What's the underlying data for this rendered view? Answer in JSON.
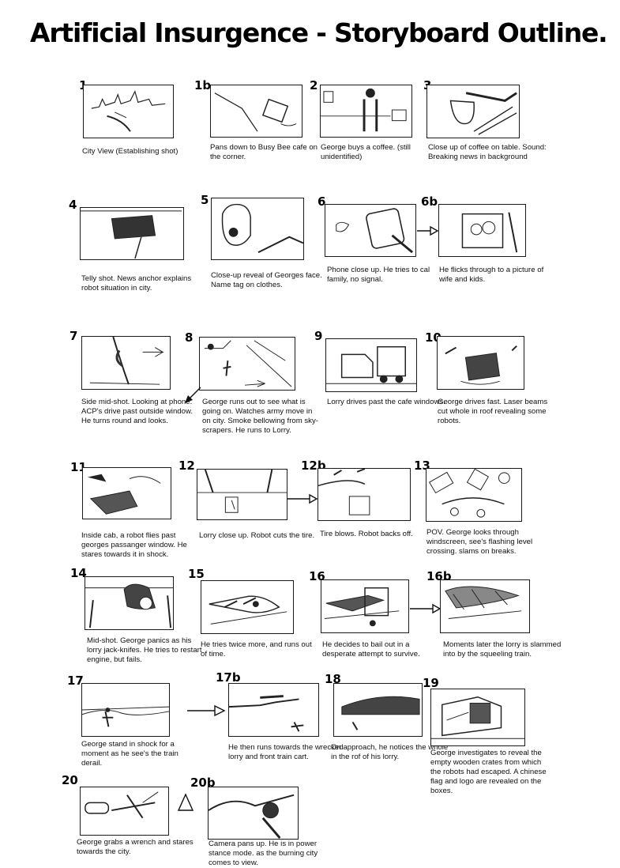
{
  "title": "Artificial Insurgence - Storyboard Outline.",
  "panels": [
    {
      "id": "p1",
      "number": "1",
      "caption": "City View (Establishing shot)",
      "n": [
        100,
        99
      ],
      "f": [
        105,
        107,
        115,
        68
      ],
      "c": [
        104,
        186
      ]
    },
    {
      "id": "p1b",
      "number": "1b",
      "caption": "Pans down to Busy Bee cafe on the corner.",
      "n": [
        246,
        99
      ],
      "f": [
        266,
        107,
        117,
        67
      ],
      "c": [
        266,
        181
      ]
    },
    {
      "id": "p2",
      "number": "2",
      "caption": "George buys a coffee. (still unidentified)",
      "n": [
        392,
        99
      ],
      "f": [
        405,
        107,
        117,
        67
      ],
      "c": [
        406,
        181
      ]
    },
    {
      "id": "p3",
      "number": "3",
      "caption": "Close up of coffee on table. Sound: Breaking news in background",
      "n": [
        536,
        99
      ],
      "f": [
        540,
        107,
        118,
        68
      ],
      "c": [
        542,
        181
      ]
    },
    {
      "id": "p4",
      "number": "4",
      "caption": "Telly shot. News anchor explains robot situation in city.",
      "n": [
        87,
        250
      ],
      "f": [
        101,
        262,
        132,
        67
      ],
      "c": [
        103,
        347
      ]
    },
    {
      "id": "p5",
      "number": "5",
      "caption": "Close-up reveal of Georges face. Name tag on clothes.",
      "n": [
        254,
        244
      ],
      "f": [
        267,
        250,
        118,
        79
      ],
      "c": [
        267,
        343
      ]
    },
    {
      "id": "p6",
      "number": "6",
      "caption": "Phone close up. He tries to cal family, no signal.",
      "n": [
        402,
        246
      ],
      "f": [
        411,
        258,
        116,
        67
      ],
      "c": [
        414,
        336
      ]
    },
    {
      "id": "p6b",
      "number": "6b",
      "caption": "He flicks through to a picture of wife and kids.",
      "n": [
        533,
        246
      ],
      "f": [
        555,
        258,
        111,
        67
      ],
      "c": [
        556,
        336
      ]
    },
    {
      "id": "p7",
      "number": "7",
      "caption": "Side mid-shot. Looking at phone. ACP's drive past outside window. He turns round and looks.",
      "n": [
        88,
        416
      ],
      "f": [
        103,
        425,
        113,
        68
      ],
      "c": [
        103,
        503
      ]
    },
    {
      "id": "p8",
      "number": "8",
      "caption": "George runs out to see what is going on. Watches army move in on city. Smoke bellowing from sky-scrapers. He runs to Lorry.",
      "n": [
        234,
        418
      ],
      "f": [
        252,
        426,
        122,
        68
      ],
      "c": [
        256,
        503
      ]
    },
    {
      "id": "p9",
      "number": "9",
      "caption": "Lorry drives past the cafe windows.",
      "n": [
        398,
        416
      ],
      "f": [
        412,
        428,
        116,
        68
      ],
      "c": [
        414,
        503
      ]
    },
    {
      "id": "p10",
      "number": "10",
      "caption": "George drives fast. Laser beams cut whole in roof revealing some robots.",
      "n": [
        538,
        418
      ],
      "f": [
        553,
        425,
        111,
        68
      ],
      "c": [
        554,
        503
      ]
    },
    {
      "id": "p11",
      "number": "11",
      "caption": "Inside cab, a robot flies past georges passanger window. He stares towards it in shock.",
      "n": [
        89,
        582
      ],
      "f": [
        104,
        591,
        113,
        66
      ],
      "c": [
        103,
        672
      ]
    },
    {
      "id": "p12",
      "number": "12",
      "caption": "Lorry close up. Robot cuts the tire.",
      "n": [
        226,
        580
      ],
      "f": [
        249,
        593,
        115,
        65
      ],
      "c": [
        252,
        672
      ]
    },
    {
      "id": "p12b",
      "number": "12b",
      "caption": "Tire blows. Robot backs off.",
      "n": [
        381,
        580
      ],
      "f": [
        402,
        592,
        118,
        67
      ],
      "c": [
        405,
        670
      ]
    },
    {
      "id": "p13",
      "number": "13",
      "caption": "POV. George looks through windscreen, see's flashing level crossing. slams on breaks.",
      "n": [
        524,
        580
      ],
      "f": [
        539,
        592,
        122,
        68
      ],
      "c": [
        540,
        668
      ]
    },
    {
      "id": "p14",
      "number": "14",
      "caption": "Mid-shot. George panics as his lorry jack-knifes. He tries to restart engine, but fails.",
      "n": [
        89,
        716
      ],
      "f": [
        107,
        729,
        113,
        68
      ],
      "c": [
        110,
        805
      ]
    },
    {
      "id": "p15",
      "number": "15",
      "caption": "He tries twice more, and runs out of time.",
      "n": [
        238,
        717
      ],
      "f": [
        254,
        734,
        118,
        68
      ],
      "c": [
        254,
        810
      ]
    },
    {
      "id": "p16",
      "number": "16",
      "caption": "He decides to bail out in a desperate attempt to survive.",
      "n": [
        391,
        720
      ],
      "f": [
        406,
        733,
        112,
        68
      ],
      "c": [
        408,
        810
      ]
    },
    {
      "id": "p16b",
      "number": "16b",
      "caption": "Moments later the lorry is slammed into by the squeeling train.",
      "n": [
        540,
        720
      ],
      "f": [
        557,
        733,
        114,
        68
      ],
      "c": [
        561,
        810
      ]
    },
    {
      "id": "p17",
      "number": "17",
      "caption": "George stand in shock for a moment as he see's the train derail.",
      "n": [
        85,
        852
      ],
      "f": [
        103,
        864,
        112,
        68
      ],
      "c": [
        103,
        936
      ]
    },
    {
      "id": "p17b",
      "number": "17b",
      "caption": "He then runs towards the wrecked lorry and front train cart.",
      "n": [
        273,
        848
      ],
      "f": [
        289,
        864,
        115,
        68
      ],
      "c": [
        289,
        940
      ]
    },
    {
      "id": "p18",
      "number": "18",
      "caption": "On approach, he notices the whole in the rof of his lorry.",
      "n": [
        411,
        850
      ],
      "f": [
        422,
        864,
        113,
        68
      ],
      "c": [
        419,
        940
      ]
    },
    {
      "id": "p19",
      "number": "19",
      "caption": "George investigates to reveal the empty wooden crates from which the robots had escaped. A chinese flag and logo are revealed on the boxes.",
      "n": [
        535,
        855
      ],
      "f": [
        545,
        871,
        120,
        73
      ],
      "c": [
        545,
        947
      ]
    },
    {
      "id": "p20",
      "number": "20",
      "caption": "George grabs a wrench and stares towards the city.",
      "n": [
        78,
        978
      ],
      "f": [
        101,
        995,
        113,
        62
      ],
      "c": [
        97,
        1060
      ]
    },
    {
      "id": "p20b",
      "number": "20b",
      "caption": "Camera pans up. He is in power stance mode. as the burning city comes to view.",
      "n": [
        241,
        981
      ],
      "f": [
        263,
        995,
        115,
        67
      ],
      "c": [
        264,
        1062
      ]
    }
  ],
  "icons": {
    "arrow": "arrow-icon",
    "sketch": "sketch-drawing-icon"
  },
  "colors": {
    "ink": "#1a1a1a",
    "paper": "#ffffff"
  }
}
